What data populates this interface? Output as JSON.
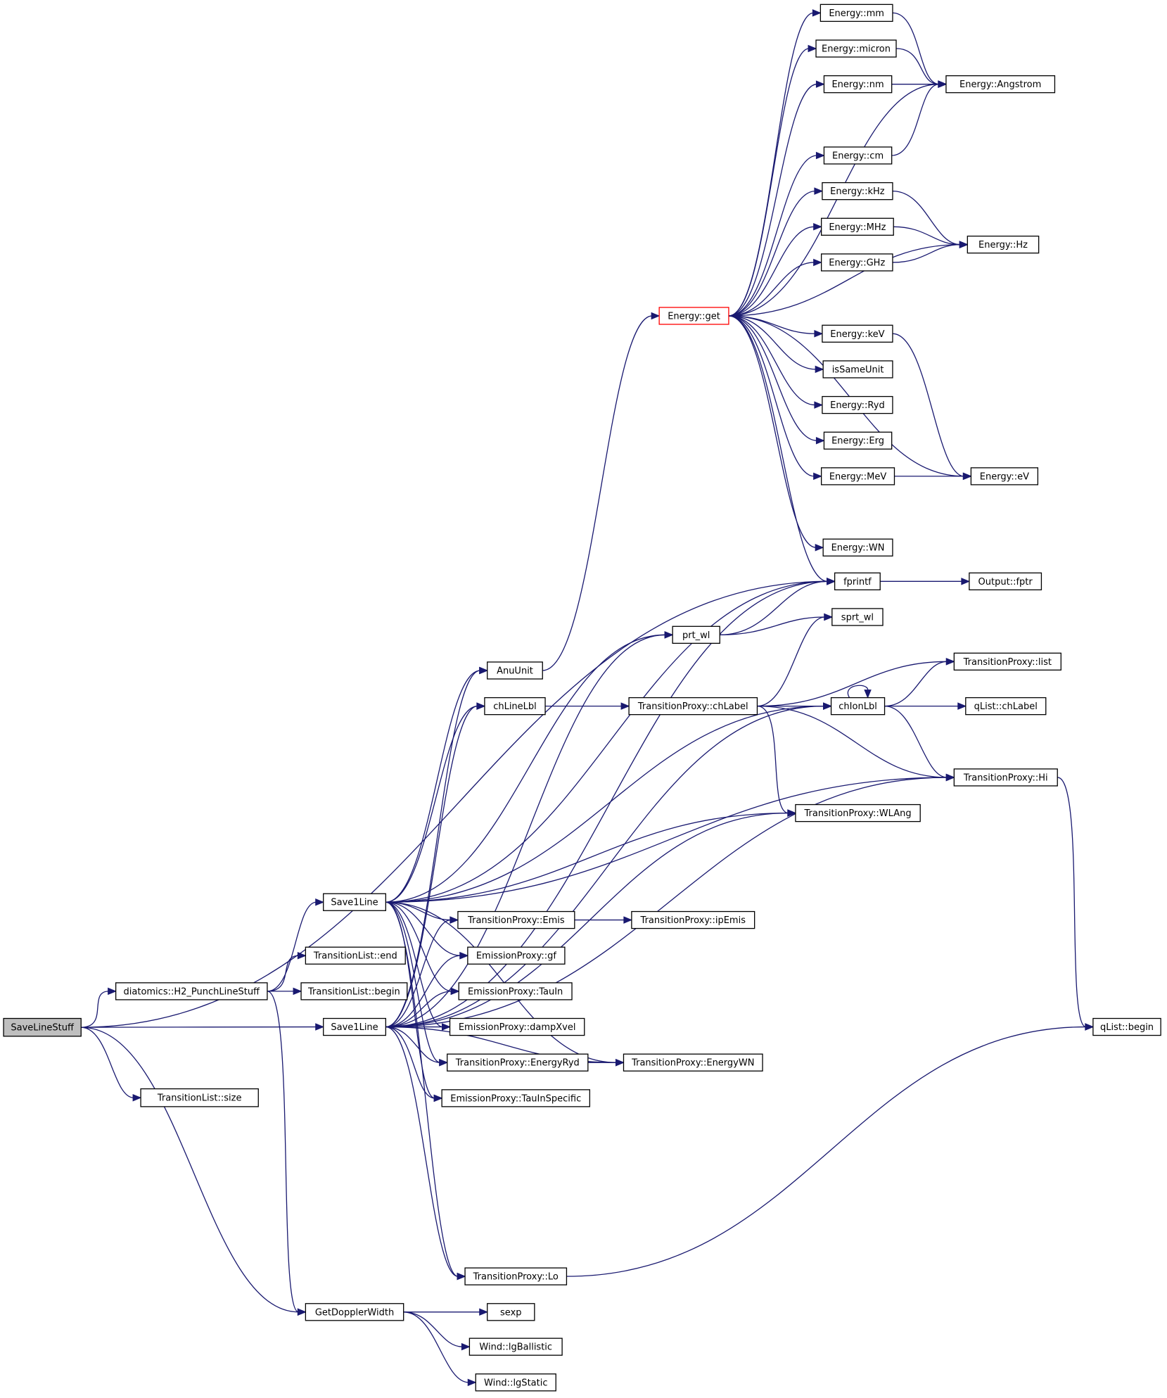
{
  "diagram": {
    "type": "call-graph",
    "root": "SaveLineStuff",
    "highlighted": "Energy::get",
    "colors": {
      "edge": "#191970",
      "node_border": "#000000",
      "root_fill": "#bfbfbf",
      "highlight_border": "#ff0000",
      "background": "#ffffff"
    },
    "nodes": [
      {
        "id": "SaveLineStuff",
        "label": "SaveLineStuff"
      },
      {
        "id": "H2_PunchLineStuff",
        "label": "diatomics::H2_PunchLineStuff"
      },
      {
        "id": "TL_size",
        "label": "TransitionList::size"
      },
      {
        "id": "TL_end",
        "label": "TransitionList::end"
      },
      {
        "id": "TL_begin",
        "label": "TransitionList::begin"
      },
      {
        "id": "Save1Line_a",
        "label": "Save1Line"
      },
      {
        "id": "Save1Line_b",
        "label": "Save1Line"
      },
      {
        "id": "GetDopplerWidth",
        "label": "GetDopplerWidth"
      },
      {
        "id": "sexp",
        "label": "sexp"
      },
      {
        "id": "lgBallistic",
        "label": "Wind::lgBallistic"
      },
      {
        "id": "lgStatic",
        "label": "Wind::lgStatic"
      },
      {
        "id": "TP_Lo",
        "label": "TransitionProxy::Lo"
      },
      {
        "id": "AnuUnit",
        "label": "AnuUnit"
      },
      {
        "id": "chLineLbl",
        "label": "chLineLbl"
      },
      {
        "id": "TP_chLabel",
        "label": "TransitionProxy::chLabel"
      },
      {
        "id": "prt_wl",
        "label": "prt_wl"
      },
      {
        "id": "Energy_get",
        "label": "Energy::get"
      },
      {
        "id": "fprintf",
        "label": "fprintf"
      },
      {
        "id": "sprt_wl",
        "label": "sprt_wl"
      },
      {
        "id": "Output_fptr",
        "label": "Output::fptr"
      },
      {
        "id": "chIonLbl",
        "label": "chIonLbl"
      },
      {
        "id": "TP_list",
        "label": "TransitionProxy::list"
      },
      {
        "id": "qList_chLabel",
        "label": "qList::chLabel"
      },
      {
        "id": "TP_Hi",
        "label": "TransitionProxy::Hi"
      },
      {
        "id": "TP_WLAng",
        "label": "TransitionProxy::WLAng"
      },
      {
        "id": "TP_Emis",
        "label": "TransitionProxy::Emis"
      },
      {
        "id": "TP_ipEmis",
        "label": "TransitionProxy::ipEmis"
      },
      {
        "id": "EP_gf",
        "label": "EmissionProxy::gf"
      },
      {
        "id": "EP_TauIn",
        "label": "EmissionProxy::TauIn"
      },
      {
        "id": "EP_dampXvel",
        "label": "EmissionProxy::dampXvel"
      },
      {
        "id": "TP_EnergyRyd",
        "label": "TransitionProxy::EnergyRyd"
      },
      {
        "id": "TP_EnergyWN",
        "label": "TransitionProxy::EnergyWN"
      },
      {
        "id": "EP_TauInSpecific",
        "label": "EmissionProxy::TauInSpecific"
      },
      {
        "id": "qList_begin",
        "label": "qList::begin"
      },
      {
        "id": "E_mm",
        "label": "Energy::mm"
      },
      {
        "id": "E_micron",
        "label": "Energy::micron"
      },
      {
        "id": "E_nm",
        "label": "Energy::nm"
      },
      {
        "id": "E_cm",
        "label": "Energy::cm"
      },
      {
        "id": "E_kHz",
        "label": "Energy::kHz"
      },
      {
        "id": "E_MHz",
        "label": "Energy::MHz"
      },
      {
        "id": "E_GHz",
        "label": "Energy::GHz"
      },
      {
        "id": "E_keV",
        "label": "Energy::keV"
      },
      {
        "id": "isSameUnit",
        "label": "isSameUnit"
      },
      {
        "id": "E_Ryd",
        "label": "Energy::Ryd"
      },
      {
        "id": "E_Erg",
        "label": "Energy::Erg"
      },
      {
        "id": "E_MeV",
        "label": "Energy::MeV"
      },
      {
        "id": "E_WN",
        "label": "Energy::WN"
      },
      {
        "id": "E_Angstrom",
        "label": "Energy::Angstrom"
      },
      {
        "id": "E_Hz",
        "label": "Energy::Hz"
      },
      {
        "id": "E_eV",
        "label": "Energy::eV"
      }
    ],
    "edges": [
      [
        "SaveLineStuff",
        "H2_PunchLineStuff"
      ],
      [
        "SaveLineStuff",
        "Save1Line_b"
      ],
      [
        "SaveLineStuff",
        "TL_size"
      ],
      [
        "SaveLineStuff",
        "fprintf"
      ],
      [
        "SaveLineStuff",
        "GetDopplerWidth"
      ],
      [
        "H2_PunchLineStuff",
        "Save1Line_a"
      ],
      [
        "H2_PunchLineStuff",
        "TL_end"
      ],
      [
        "H2_PunchLineStuff",
        "TL_begin"
      ],
      [
        "H2_PunchLineStuff",
        "GetDopplerWidth"
      ],
      [
        "Save1Line_a",
        "fprintf"
      ],
      [
        "Save1Line_a",
        "prt_wl"
      ],
      [
        "Save1Line_a",
        "AnuUnit"
      ],
      [
        "Save1Line_a",
        "chLineLbl"
      ],
      [
        "Save1Line_a",
        "chIonLbl"
      ],
      [
        "Save1Line_a",
        "TP_Hi"
      ],
      [
        "Save1Line_a",
        "TP_WLAng"
      ],
      [
        "Save1Line_a",
        "TP_Emis"
      ],
      [
        "Save1Line_a",
        "EP_gf"
      ],
      [
        "Save1Line_a",
        "EP_TauIn"
      ],
      [
        "Save1Line_a",
        "EP_dampXvel"
      ],
      [
        "Save1Line_a",
        "TP_EnergyRyd"
      ],
      [
        "Save1Line_a",
        "TP_EnergyWN"
      ],
      [
        "Save1Line_a",
        "EP_TauInSpecific"
      ],
      [
        "Save1Line_a",
        "TP_Lo"
      ],
      [
        "Save1Line_b",
        "fprintf"
      ],
      [
        "Save1Line_b",
        "prt_wl"
      ],
      [
        "Save1Line_b",
        "AnuUnit"
      ],
      [
        "Save1Line_b",
        "chLineLbl"
      ],
      [
        "Save1Line_b",
        "chIonLbl"
      ],
      [
        "Save1Line_b",
        "TP_Hi"
      ],
      [
        "Save1Line_b",
        "TP_WLAng"
      ],
      [
        "Save1Line_b",
        "TP_Emis"
      ],
      [
        "Save1Line_b",
        "EP_gf"
      ],
      [
        "Save1Line_b",
        "EP_TauIn"
      ],
      [
        "Save1Line_b",
        "EP_dampXvel"
      ],
      [
        "Save1Line_b",
        "TP_EnergyRyd"
      ],
      [
        "Save1Line_b",
        "TP_EnergyWN"
      ],
      [
        "Save1Line_b",
        "EP_TauInSpecific"
      ],
      [
        "Save1Line_b",
        "TP_Lo"
      ],
      [
        "GetDopplerWidth",
        "sexp"
      ],
      [
        "GetDopplerWidth",
        "lgBallistic"
      ],
      [
        "GetDopplerWidth",
        "lgStatic"
      ],
      [
        "TP_Lo",
        "qList_begin"
      ],
      [
        "AnuUnit",
        "Energy_get"
      ],
      [
        "chLineLbl",
        "TP_chLabel"
      ],
      [
        "TP_chLabel",
        "sprt_wl"
      ],
      [
        "TP_chLabel",
        "TP_list"
      ],
      [
        "TP_chLabel",
        "chIonLbl"
      ],
      [
        "TP_chLabel",
        "TP_Hi"
      ],
      [
        "TP_chLabel",
        "TP_WLAng"
      ],
      [
        "prt_wl",
        "fprintf"
      ],
      [
        "prt_wl",
        "sprt_wl"
      ],
      [
        "fprintf",
        "Output_fptr"
      ],
      [
        "chIonLbl",
        "chIonLbl"
      ],
      [
        "chIonLbl",
        "TP_list"
      ],
      [
        "chIonLbl",
        "qList_chLabel"
      ],
      [
        "chIonLbl",
        "TP_Hi"
      ],
      [
        "TP_Hi",
        "qList_begin"
      ],
      [
        "TP_Emis",
        "TP_ipEmis"
      ],
      [
        "TP_EnergyRyd",
        "TP_EnergyWN"
      ],
      [
        "Energy_get",
        "E_mm"
      ],
      [
        "Energy_get",
        "E_micron"
      ],
      [
        "Energy_get",
        "E_nm"
      ],
      [
        "Energy_get",
        "E_Angstrom"
      ],
      [
        "Energy_get",
        "E_cm"
      ],
      [
        "Energy_get",
        "E_kHz"
      ],
      [
        "Energy_get",
        "E_MHz"
      ],
      [
        "Energy_get",
        "E_GHz"
      ],
      [
        "Energy_get",
        "E_Hz"
      ],
      [
        "Energy_get",
        "E_keV"
      ],
      [
        "Energy_get",
        "isSameUnit"
      ],
      [
        "Energy_get",
        "E_Ryd"
      ],
      [
        "Energy_get",
        "E_Erg"
      ],
      [
        "Energy_get",
        "E_MeV"
      ],
      [
        "Energy_get",
        "E_eV"
      ],
      [
        "Energy_get",
        "E_WN"
      ],
      [
        "Energy_get",
        "fprintf"
      ],
      [
        "E_mm",
        "E_Angstrom"
      ],
      [
        "E_micron",
        "E_Angstrom"
      ],
      [
        "E_nm",
        "E_Angstrom"
      ],
      [
        "E_cm",
        "E_Angstrom"
      ],
      [
        "E_kHz",
        "E_Hz"
      ],
      [
        "E_MHz",
        "E_Hz"
      ],
      [
        "E_GHz",
        "E_Hz"
      ],
      [
        "E_keV",
        "E_eV"
      ],
      [
        "E_MeV",
        "E_eV"
      ]
    ]
  }
}
